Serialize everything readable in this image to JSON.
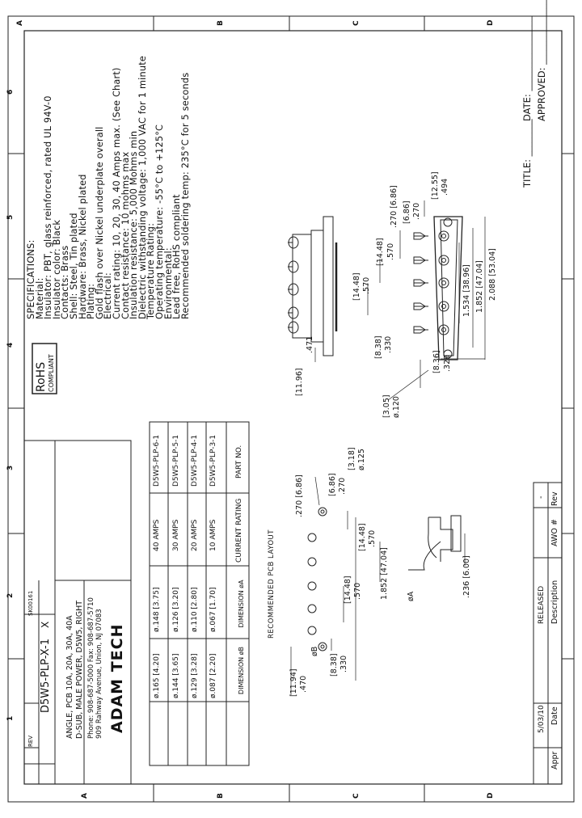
{
  "zones": {
    "rows": [
      "A",
      "B",
      "C",
      "D"
    ],
    "cols": [
      "6",
      "5",
      "4",
      "3",
      "2",
      "1"
    ]
  },
  "approval": {
    "approved": "APPROVED: ________________",
    "date": "DATE: ________________",
    "title": "TITLE: ________"
  },
  "specs": {
    "heading": "SPECIFICATIONS:",
    "lines": [
      "Material:",
      "Insulator: PBT, glass reinforced, rated UL 94V-0",
      "Insulator color: Black",
      "Contacts: Brass",
      "Shell: Steel, Tin plated",
      "Hardware: Brass, Nickel plated",
      "Plating:",
      "Gold flash over Nickel underplate overall",
      "Electrical:",
      "Current rating: 10, 20, 30, 40 Amps max. (See Chart)",
      "Contact resistance: 10 mohms max",
      "Insulation resistance: 5,000 Mohms min",
      "Dielectric withstanding voltage: 1,000 VAC for 1 minute",
      "Temperature Rating:",
      "Operating temperature: -55°C to +125°C",
      "Environmental:",
      "Lead free, RoHS compliant",
      "Recommended soldering temp: 235°C for 5 seconds"
    ]
  },
  "rohs": {
    "line1": "RoHS",
    "line2": "COMPLIANT"
  },
  "dims": {
    "d2088": "2.088 [53.04]",
    "d1852": "1.852 [47.04]",
    "d1534": "1.534 [38.96]",
    "d494": ".494",
    "d494m": "[12.55]",
    "d270a": ".270",
    "d270am": "[6.86]",
    "d270b": ".270 [6.86]",
    "d570a": ".570",
    "d570am": "[14.48]",
    "d570b": ".570",
    "d570bm": "[14.48]",
    "d330": ".330",
    "d330m": "[8.38]",
    "d329": ".329",
    "d329m": "[8.36]",
    "d471": ".471",
    "d471m": "[11.96]",
    "d120": "ø.120",
    "d120m": "[3.05]",
    "d236": ".236 [6.00]",
    "phiA": "øA",
    "p125": "ø.125",
    "p125m": "[3.18]",
    "p270a": ".270",
    "p270am": "[6.86]",
    "p270b": ".270 [6.86]",
    "p1852": "1.852 [47.04]",
    "p570a": ".570",
    "p570am": "[14.48]",
    "p570b": ".570",
    "p570bm": "[14.48]",
    "p330": ".330",
    "p330m": "[8.38]",
    "p470": ".470",
    "p470m": "[11.94]",
    "phiB": "øB",
    "pcb_label": "RECOMMENDED PCB LAYOUT"
  },
  "revision": {
    "headers": [
      "Rev",
      "AWO #",
      "Description",
      "Date",
      "Appr"
    ],
    "row": [
      "-",
      "",
      "RELEASED",
      "5/03/10",
      ""
    ]
  },
  "parts": {
    "headers": [
      "PART NO.",
      "CURRENT RATING",
      "DIMENSION øA",
      "DIMENSION øB"
    ],
    "rows": [
      [
        "D5W5-PLP-3-1",
        "10 AMPS",
        "ø.067 [1.70]",
        "ø.087 [2.20]"
      ],
      [
        "D5W5-PLP-4-1",
        "20 AMPS",
        "ø.110 [2.80]",
        "ø.129 [3.28]"
      ],
      [
        "D5W5-PLP-5-1",
        "30 AMPS",
        "ø.126 [3.20]",
        "ø.144 [3.65]"
      ],
      [
        "D5W5-PLP-6-1",
        "40 AMPS",
        "ø.148 [3.75]",
        "ø.165 [4.20]"
      ]
    ]
  },
  "title_block": {
    "company": "ADAM TECH",
    "address": "909 Rahway Avenue, Union, NJ 07083",
    "phone": "Phone: 908-687-5000 Fax: 908-687-5710",
    "desc1": "D-SUB, MALE POWER, D5W5, RIGHT",
    "desc2": "ANGLE, PCB 10A, 20A, 30A, 40A",
    "part": "D5W5-PLP-X-1",
    "scale": "X",
    "rev_label": "REV",
    "sheet_code": "SK00161"
  }
}
